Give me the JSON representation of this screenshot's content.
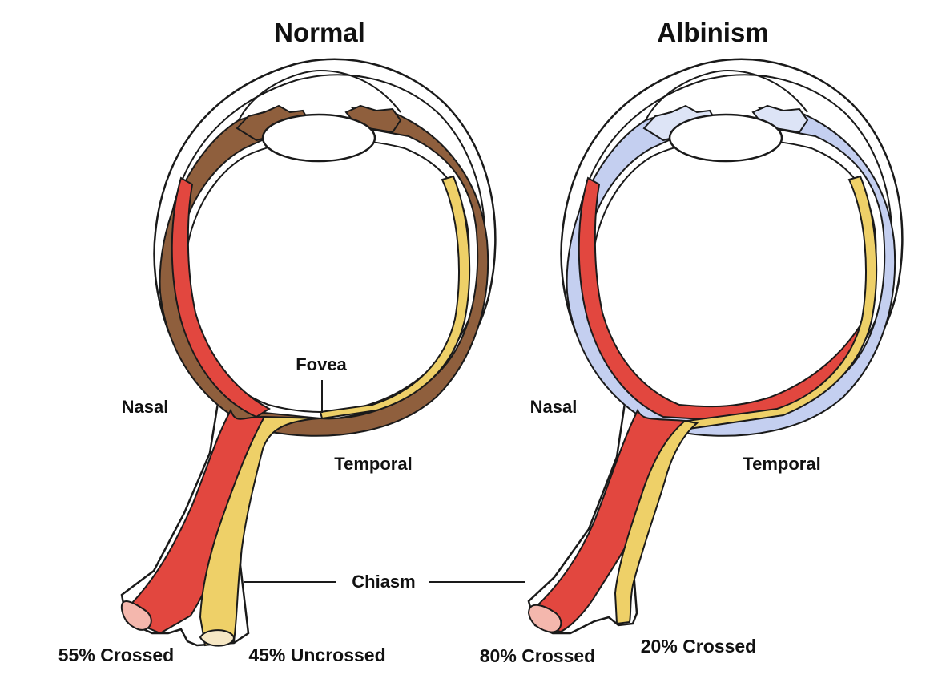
{
  "panels": {
    "normal": {
      "title": "Normal",
      "nasal": "Nasal",
      "temporal": "Temporal",
      "fovea": "Fovea",
      "crossed": "55% Crossed",
      "uncrossed": "45% Uncrossed"
    },
    "albinism": {
      "title": "Albinism",
      "nasal": "Nasal",
      "temporal": "Temporal",
      "crossed": "80% Crossed",
      "second": "20% Crossed"
    }
  },
  "chiasm_label": "Chiasm",
  "colors": {
    "pigment_normal": "#8f5f3d",
    "pigment_albinism": "#c4cff0",
    "nasal_fibers": "#e2473f",
    "temporal_fibers": "#eed068",
    "outline": "#1a1a1a",
    "cut_end": "#f4b7ad"
  }
}
